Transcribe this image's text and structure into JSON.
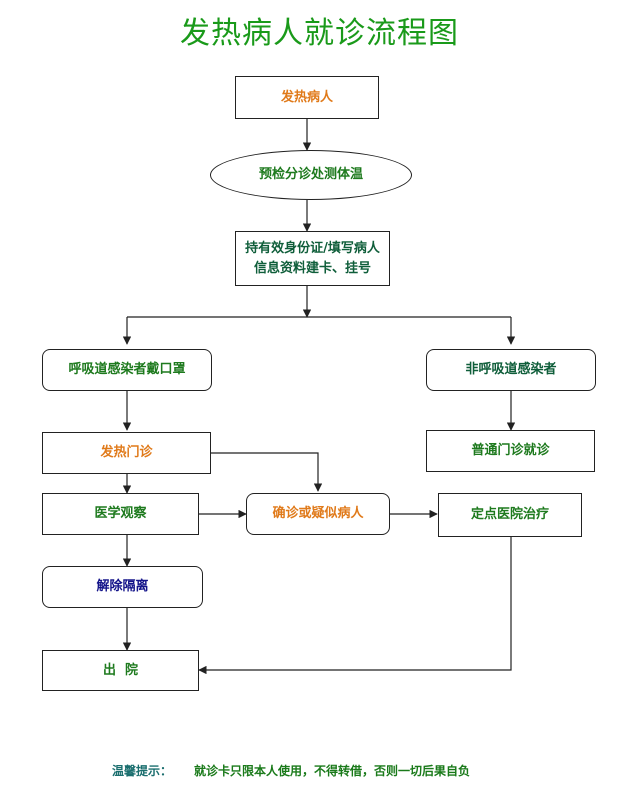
{
  "title": "发热病人就诊流程图",
  "nodes": {
    "fever_patient": "发热病人",
    "precheck": "预检分诊处测体温",
    "register": "持有效身份证/填写病人信息资料建卡、挂号",
    "respiratory": "呼吸道感染者戴口罩",
    "non_respiratory": "非呼吸道感染者",
    "fever_clinic": "发热门诊",
    "general_clinic": "普通门诊就诊",
    "observation": "医学观察",
    "confirmed": "确诊或疑似病人",
    "designated_hospital": "定点医院治疗",
    "release": "解除隔离",
    "discharge": "出  院"
  },
  "tip": {
    "label": "温馨提示：",
    "text": "就诊卡只限本人使用，不得转借，否则一切后果自负"
  }
}
